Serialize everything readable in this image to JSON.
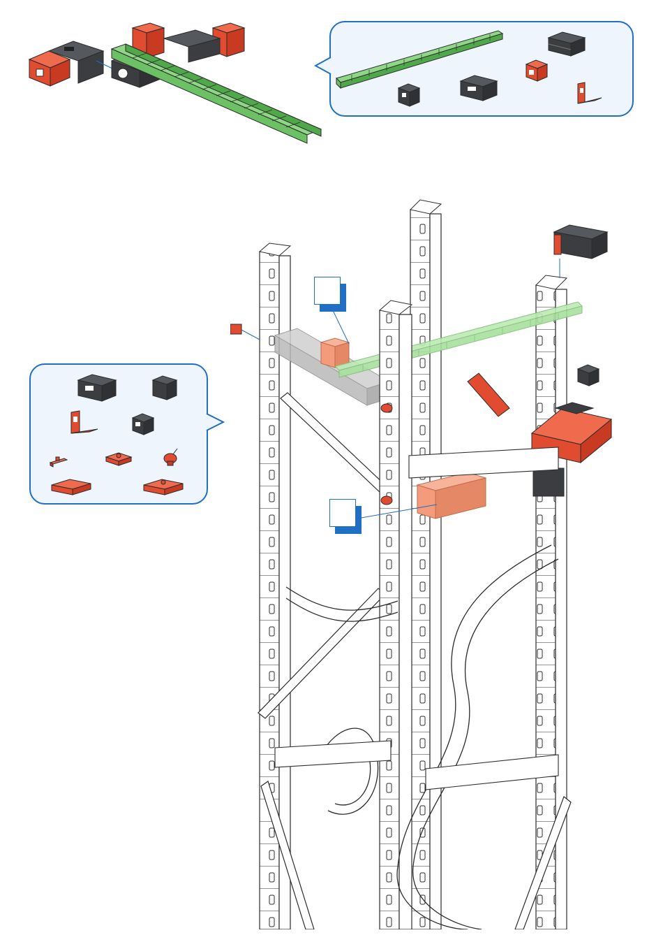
{
  "colors": {
    "red": "#e14b2f",
    "dark_grey": "#3b3d40",
    "green": "#6cc164",
    "light_green": "#a9e0a0",
    "salmon": "#f39b7a",
    "light_grey": "#b9b9b9",
    "callout_border": "#1f6fc4",
    "callout_fill": "#eef5fc",
    "outline": "#2b2b2b"
  },
  "callouts": {
    "top_right": {
      "parts": [
        "green-track-part",
        "black-dual-block-part",
        "dark-small-block-part",
        "dark-large-block-part",
        "red-cube-part",
        "red-angle-bracket-part"
      ]
    },
    "left": {
      "parts": [
        "dark-large-block-part",
        "dark-small-block-part",
        "red-angle-bracket-part",
        "dark-cube-part",
        "red-small-clip-part",
        "red-plate-part",
        "red-bulb-part",
        "red-long-plate-a-part",
        "red-long-plate-b-part"
      ]
    }
  },
  "markers": [
    {
      "label": ""
    },
    {
      "label": ""
    }
  ]
}
